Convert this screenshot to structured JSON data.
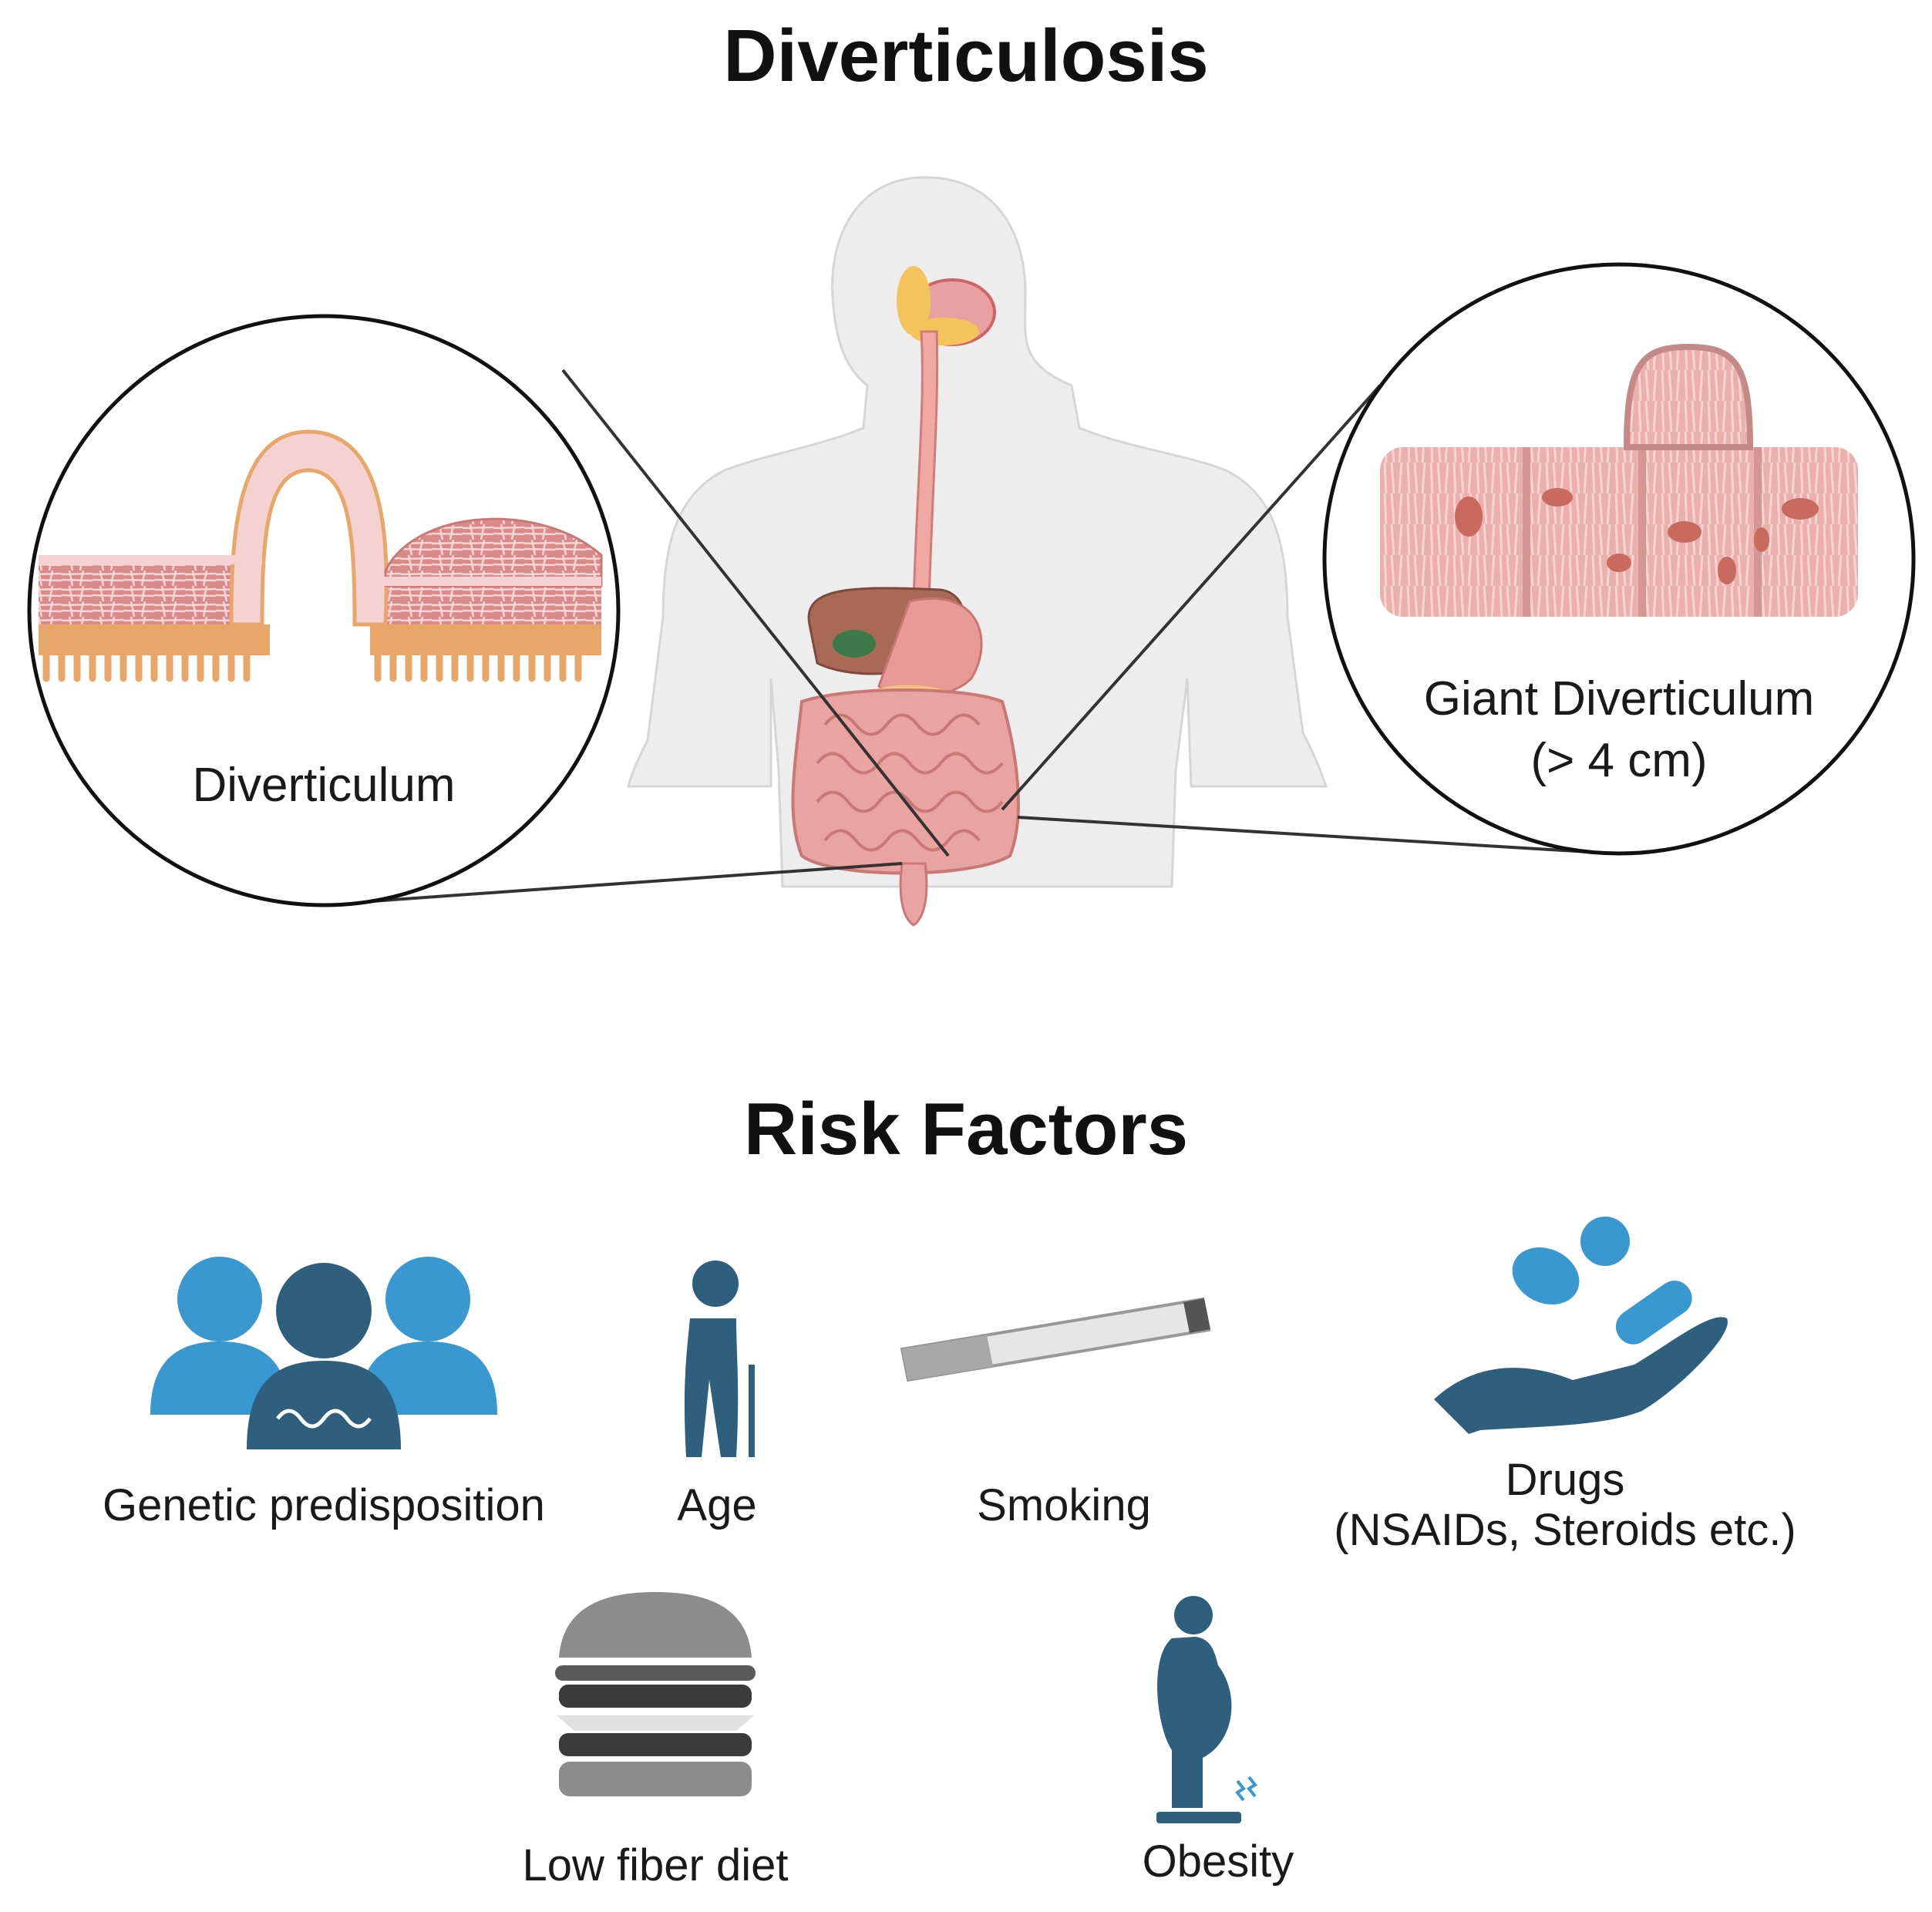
{
  "header": {
    "title": "Diverticulosis"
  },
  "anatomy": {
    "left_inset_label": "Diverticulum",
    "right_inset_label_line1": "Giant Diverticulum",
    "right_inset_label_line2": "(> 4 cm)"
  },
  "risk": {
    "title": "Risk Factors",
    "items": [
      {
        "label": "Genetic predisposition",
        "icon": "dna-people-icon"
      },
      {
        "label": "Age",
        "icon": "elderly-person-with-cane-icon"
      },
      {
        "label": "Smoking",
        "icon": "cigarette-icon"
      },
      {
        "label_line1": "Drugs",
        "label_line2": "(NSAIDs, Steroids etc.)",
        "icon": "pills-in-hand-icon"
      },
      {
        "label": "Low fiber diet",
        "icon": "burger-icon"
      },
      {
        "label": "Obesity",
        "icon": "obese-person-on-scale-icon"
      }
    ]
  },
  "colors": {
    "icon_light_blue": "#3a98d1",
    "icon_dark_blue": "#2e5f7d",
    "tissue_pink": "#e9a3a3",
    "tissue_dark": "#b85c5c",
    "mucosa_orange": "#e8a769",
    "body_gray": "#ececec"
  }
}
